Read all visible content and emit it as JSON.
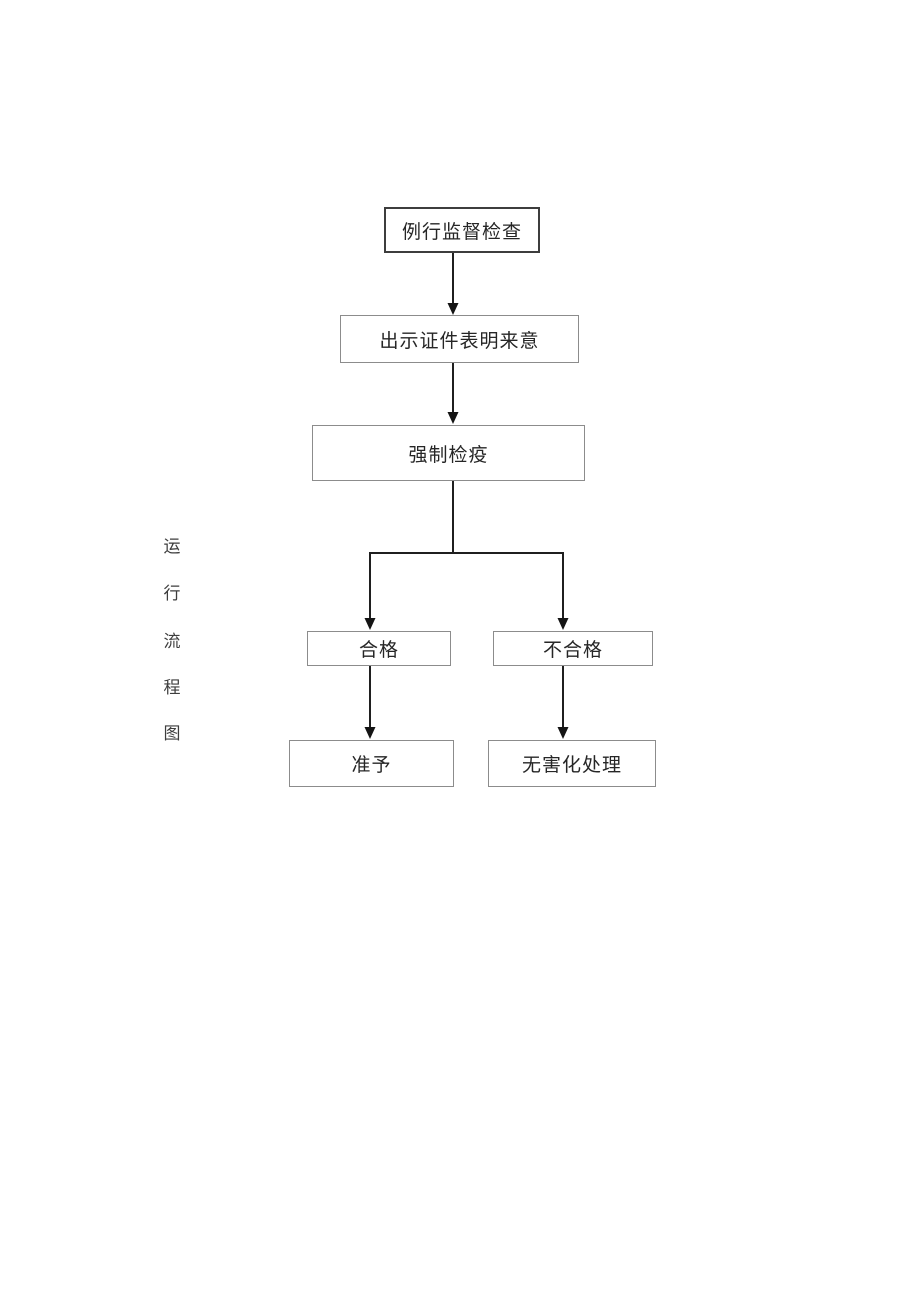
{
  "vertical_label": {
    "text": "运行流程图",
    "chars": [
      "运",
      "行",
      "流",
      "程",
      "图"
    ]
  },
  "flowchart": {
    "type": "flowchart",
    "nodes": [
      {
        "id": "routine-inspection",
        "label": "例行监督检查"
      },
      {
        "id": "show-credentials",
        "label": "出示证件表明来意"
      },
      {
        "id": "compulsory-quarantine",
        "label": "强制检疫"
      },
      {
        "id": "qualified",
        "label": "合格"
      },
      {
        "id": "unqualified",
        "label": "不合格"
      },
      {
        "id": "approve",
        "label": "准予"
      },
      {
        "id": "harmless-disposal",
        "label": "无害化处理"
      }
    ],
    "edges": [
      {
        "from": "例行监督检查",
        "to": "出示证件表明来意"
      },
      {
        "from": "出示证件表明来意",
        "to": "强制检疫"
      },
      {
        "from": "强制检疫",
        "to": "合格"
      },
      {
        "from": "强制检疫",
        "to": "不合格"
      },
      {
        "from": "合格",
        "to": "准予"
      },
      {
        "from": "不合格",
        "to": "无害化处理"
      }
    ],
    "colors": {
      "background": "#ffffff",
      "primary_box_border": "#3d3d3d",
      "box_border": "#8c8c8c",
      "connector": "#1f1f1f",
      "text": "#262626"
    }
  }
}
